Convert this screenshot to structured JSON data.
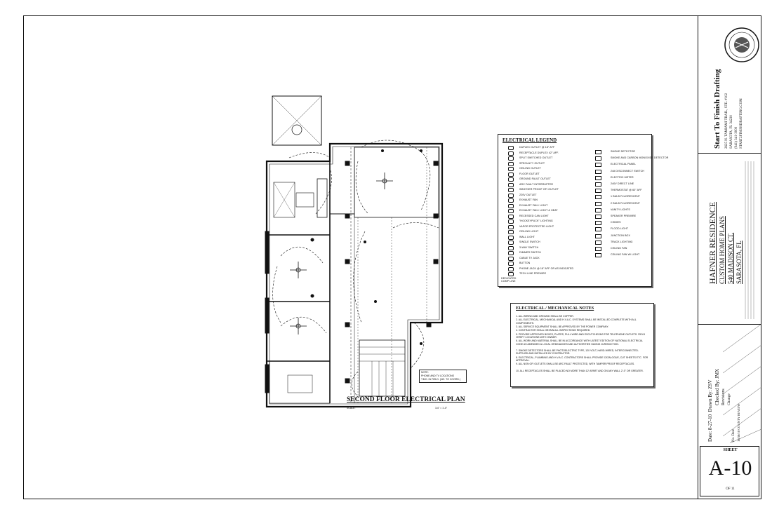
{
  "plan": {
    "title": "SECOND FLOOR ELECTRICAL PLAN",
    "scale_label": "SCALE:",
    "scale_value": "1/4\" = 1'-0\""
  },
  "legend": {
    "title": "ELECTRICAL LEGEND",
    "left_items": [
      "DUPLEX OUTLET @ 18\" AFF",
      "RECEPTACLE DUPLEX 42\" AFF.",
      "SPLIT SWITCHED OUTLET",
      "SPECIALTY OUTLET",
      "CEILING OUTLET",
      "FLOOR OUTLET",
      "GROUND FAULT OUTLET",
      "ARC FAULT INTERRUPTER",
      "WEATHER PROOF GFI OUTLET",
      "220V OUTLET",
      "EXHAUST FAN",
      "EXHAUST FAN / LIGHT",
      "EXHAUST FAN / LIGHT & HEAT",
      "RECESSED CAN LIGHT",
      "\"HOCKEYPUCK\" LIGHTING",
      "VAPOR PROTECTED LIGHT",
      "CEILING LIGHT",
      "WALL LIGHT",
      "SINGLE SWITCH",
      "3-WAY SWITCH",
      "DIMMER SWITCH",
      "CABLE TV JACK",
      "BUTTON",
      "PHONE JACK @ 18\" AFF OR AS INDICATED",
      "TECH LINE PREWIRE"
    ],
    "right_items": [
      "SMOKE DETECTOR",
      "SMOKE AND CARBON MONOXIDE DETECTOR",
      "ELECTRICAL PANEL",
      "24# DISCONNECT SWITCH",
      "ELECTRIC METER",
      "240V DIRECT LINE",
      "THERMOSTAT @ 60\" AFF",
      "1 BULB FLUORESCENT",
      "2 BULB FLUORESCENT",
      "VANITY LIGHTS",
      "SPEAKER PREWIRE",
      "CHIMES",
      "FLOOD LIGHT",
      "JUNCTION BOX",
      "TRACK LIGHTING",
      "CEILING FAN",
      "CEILING FAN W/ LIGHT"
    ],
    "dedicated_label": "DEDICATED COMP LINE"
  },
  "notes": {
    "title": "ELECTRICAL / MECHANICAL NOTES",
    "items": [
      "1.  ALL WIRING AND GROUND SHALL BE COPPER.",
      "2.  ALL ELECTRICAL, MECHANICAL AND H.V.A.C. SYSTEMS SHALL BE INSTALLED COMPLETE WITH ALL COMPONENTS.",
      "3.  ALL SERVICE EQUIPMENT SHALL BE APPROVED BY THE POWER COMPANY.",
      "4.  CONTRACTOR SHALL OBTAIN ALL INSPECTIONS REQUIRED.",
      "5.  PROVIDE APPROVED BOXES, PLATES, PULL WIRE AND ESCUTCHEONS FOR TELEPHONE OUTLETS. FIELD VERIFY LOCATIONS WITH OWNER.",
      "6.  ALL WORK AND MATERIAL SHALL BE IN ACCORDANCE WITH LATEST EDITION OF NATIONAL ELECTRICAL CODE AS AMENDED & LOCAL ORDINANCES AND AUTHORITIES HAVING JURISDICTION.",
      "7.  SMOKE DETECTORS SHALL BE PHOTOELECTRIC TYPE, 120 VOLT, HARD-WIRED, INTERCONNECTED- SUPPLIED AND INSTALLED BY CONTRACTOR.",
      "8.  ELECTRICAL, PLUMBING AND H.V.A.C. CONTRACTORS SHALL PROVIDE CATALOGUE, CUT SHEETS ETC. FOR APPROVAL.",
      "9.  ALL NON GFI OUTLETS SHALL BE ARC FAULT PROTECTED, WITH TAMPER PROOF RECEPTACLES.",
      "10. ALL RECEPTACLES SHALL BE PLACED NO MORE THAN 12' APART AND ON ANY WALL 2'-0\" OR GREATER."
    ]
  },
  "plan_note": {
    "line1": "NOTE:",
    "line2": "PHONE AND TV LOCATIONS",
    "line3": "T.B.D. IN FIELD. (NO. TO COORD.)"
  },
  "title_block": {
    "company": "Start To Finish Drafting",
    "address1": "2625 N. TAMIAMI TRAIL, STE. #102",
    "address2": "SARASOTA, FL 34230",
    "phone": "(941) 341-3000",
    "email": "START2FINISHDRAFTING.COM",
    "project": "HAFNER RESIDENCE",
    "subtitle": "CUSTOM HOME PLANS",
    "street": "540 MADISON CT.",
    "city": "SARASOTA, FL",
    "date_label": "Date:",
    "date": "8-27-10",
    "drawn_label": "Drawn By:",
    "drawn": "ZSV",
    "checked_label": "Checked By:",
    "checked": "JMX",
    "revisions_label": "Revisions",
    "change_label": "Change",
    "no_label": "No.",
    "date_col": "Date",
    "rev1_date": "10/30/10",
    "rev1_change": "COUNTY REVIEW",
    "sheet_label": "SHEET",
    "sheet_number": "A-10",
    "sheet_of": "OF 11"
  }
}
